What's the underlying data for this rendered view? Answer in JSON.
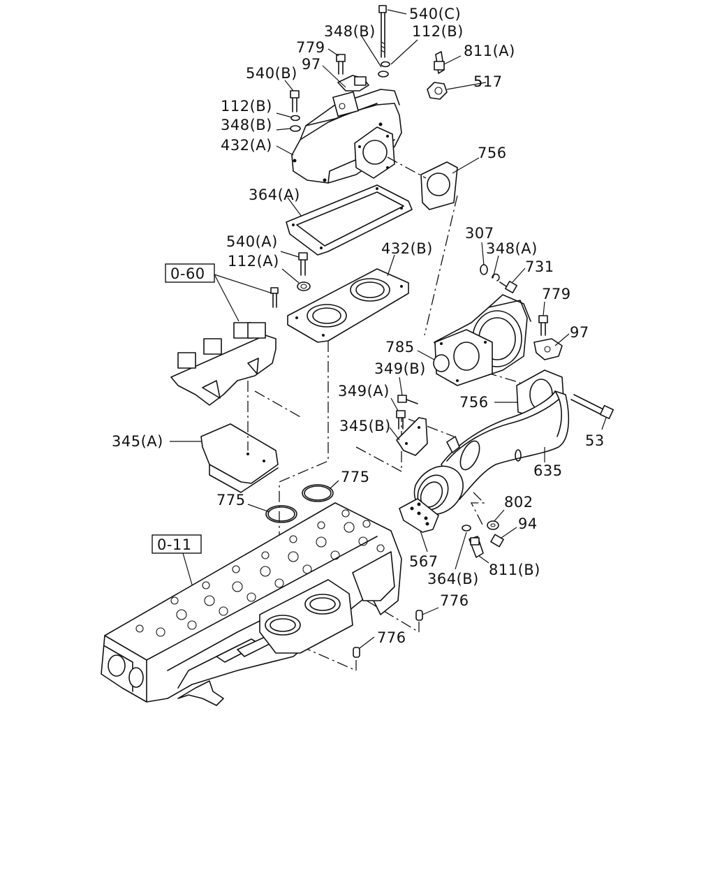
{
  "diagram": {
    "ref_boxes": [
      "0-60",
      "0-11"
    ],
    "labels": {
      "p540c": "540(C)",
      "p348b_top": "348(B)",
      "p112b_top": "112(B)",
      "p811a": "811(A)",
      "p779_top": "779",
      "p97_top": "97",
      "p540b": "540(B)",
      "p517": "517",
      "p112b_left": "112(B)",
      "p348b_left": "348(B)",
      "p432a": "432(A)",
      "p756_top": "756",
      "p364a": "364(A)",
      "p307": "307",
      "p348a": "348(A)",
      "p540a": "540(A)",
      "p432b": "432(B)",
      "p731": "731",
      "p112a": "112(A)",
      "p779_right": "779",
      "p97_right": "97",
      "p785": "785",
      "p349b": "349(B)",
      "p349a": "349(A)",
      "p756_mid": "756",
      "p53": "53",
      "p345b": "345(B)",
      "p345a": "345(A)",
      "p635": "635",
      "p775_right": "775",
      "p775_left": "775",
      "p802": "802",
      "p94": "94",
      "p567": "567",
      "p364b": "364(B)",
      "p811b": "811(B)",
      "p776_top": "776",
      "p776_bottom": "776"
    }
  }
}
